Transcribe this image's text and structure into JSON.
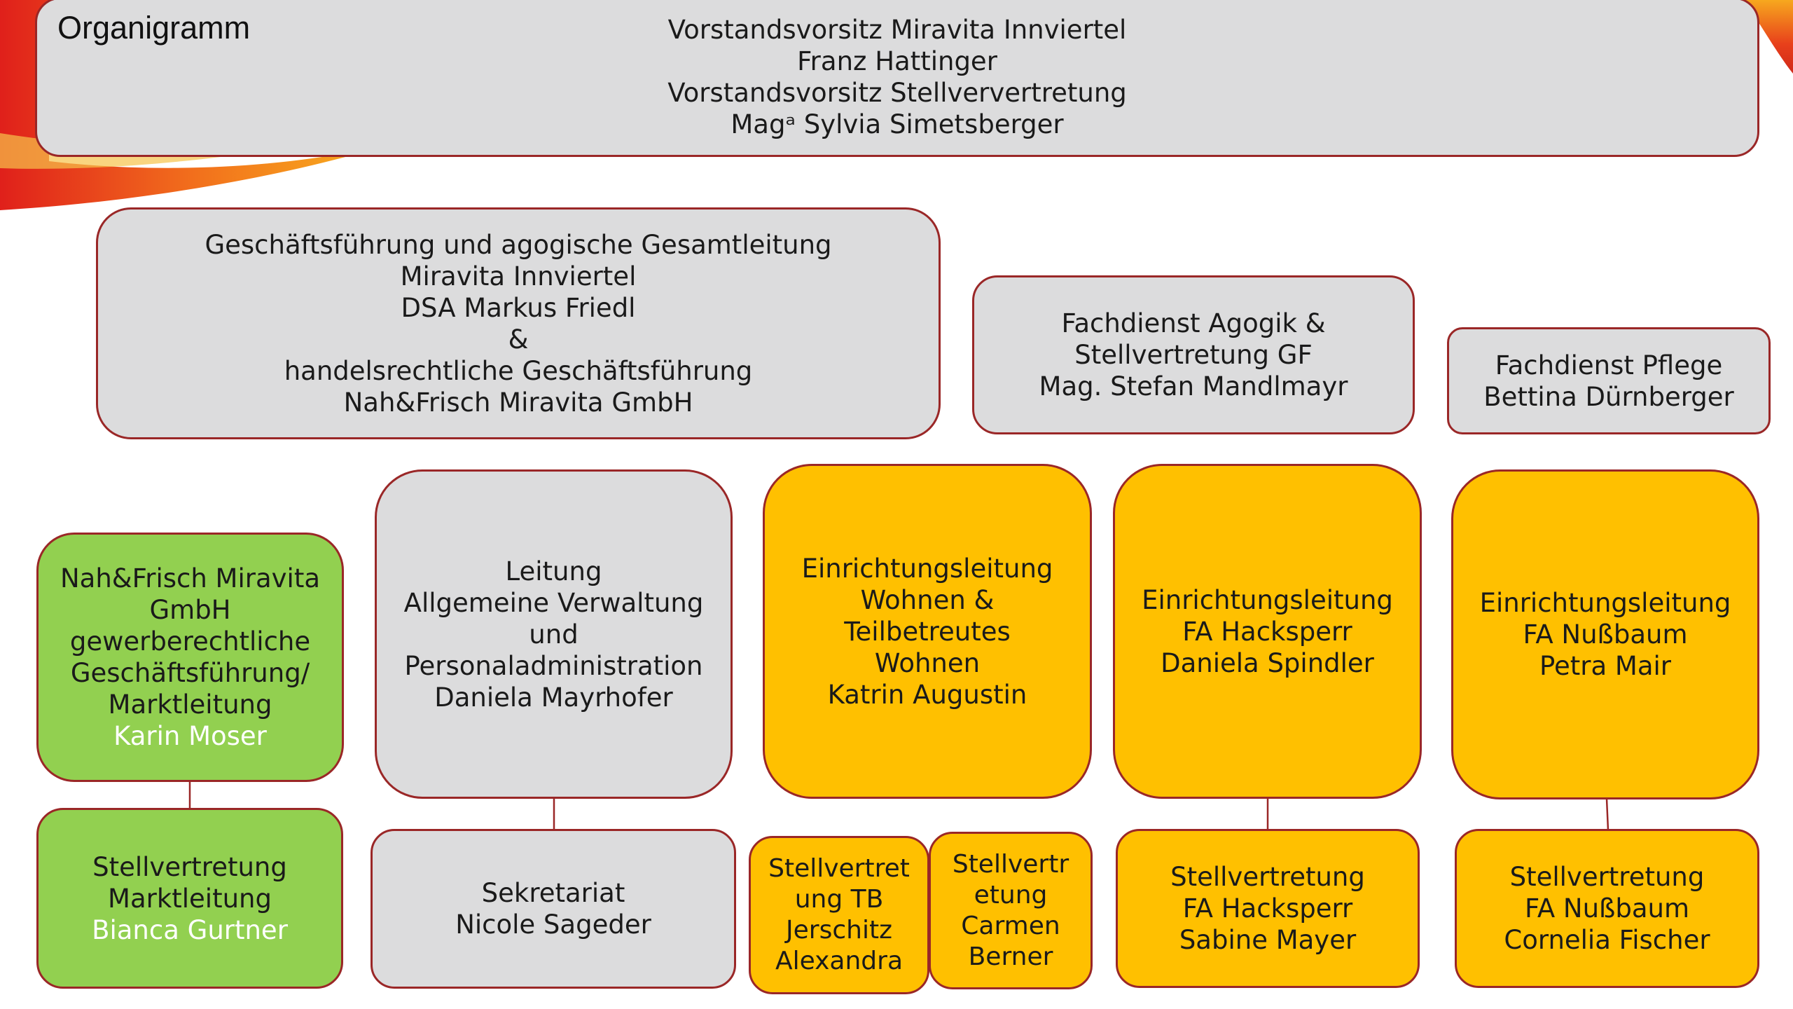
{
  "title": "Organigramm",
  "board": {
    "lines": [
      "Vorstandsvorsitz Miravita Innviertel",
      "Franz Hattinger",
      "Vorstandsvorsitz Stellververtretung",
      "Magᵃ Sylvia Simetsberger"
    ]
  },
  "management": {
    "lines": [
      "Geschäftsführung und  agogische Gesamtleitung",
      "Miravita Innviertel",
      "DSA Markus Friedl",
      "&",
      "handelsrechtliche Geschäftsführung",
      "Nah&Frisch Miravita GmbH"
    ]
  },
  "agogik": {
    "lines": [
      "Fachdienst Agogik &",
      "Stellvertretung GF",
      "Mag. Stefan Mandlmayr"
    ]
  },
  "pflege": {
    "lines": [
      "Fachdienst Pflege",
      "Bettina Dürnberger"
    ]
  },
  "market": {
    "lines": [
      "Nah&Frisch Miravita",
      "GmbH",
      "gewerberechtliche",
      "Geschäftsführung/",
      "Marktleitung"
    ],
    "name": "Karin Moser"
  },
  "market_deputy": {
    "lines": [
      "Stellvertretung",
      "Marktleitung"
    ],
    "name": "Bianca Gurtner"
  },
  "admin": {
    "lines": [
      "Leitung",
      "Allgemeine Verwaltung",
      "und",
      "Personaladministration",
      "Daniela Mayrhofer"
    ]
  },
  "secretariat": {
    "lines": [
      "Sekretariat",
      "Nicole Sageder"
    ]
  },
  "wohnen": {
    "lines": [
      "Einrichtungsleitung",
      "Wohnen &",
      "Teilbetreutes",
      "Wohnen",
      "Katrin Augustin"
    ]
  },
  "wohnen_deputy_1": {
    "lines": [
      "Stellvertret",
      "ung TB",
      "Jerschitz",
      "Alexandra"
    ]
  },
  "wohnen_deputy_2": {
    "lines": [
      "Stellvertr",
      "etung",
      "Carmen",
      "Berner"
    ]
  },
  "hacksperr": {
    "lines": [
      "Einrichtungsleitung",
      "FA Hacksperr",
      "Daniela Spindler"
    ]
  },
  "hacksperr_deputy": {
    "lines": [
      "Stellvertretung",
      "FA Hacksperr",
      "Sabine Mayer"
    ]
  },
  "nussbaum": {
    "lines": [
      "Einrichtungsleitung",
      "FA Nußbaum",
      "Petra Mair"
    ]
  },
  "nussbaum_deputy": {
    "lines": [
      "Stellvertretung",
      "FA Nußbaum",
      "Cornelia Fischer"
    ]
  },
  "colors": {
    "grey": "#dcdcdd",
    "green": "#92d050",
    "orange": "#ffc000",
    "border": "#9a2727",
    "highlight_text": "#ffffff"
  }
}
